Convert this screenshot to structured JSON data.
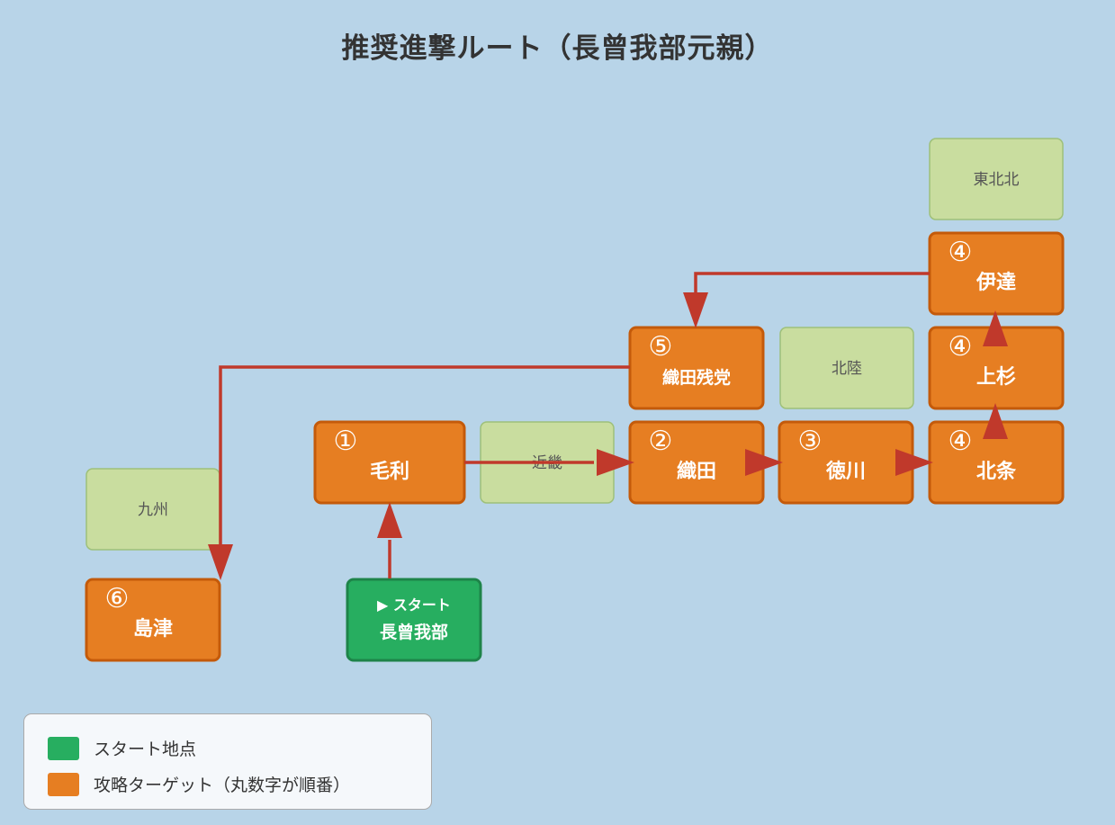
{
  "title": "推奨進撃ルート（長曾我部元親）",
  "colors": {
    "background": "#b8d4e8",
    "region_fill": "#c9dd9f",
    "region_stroke": "#9ec07a",
    "region_text": "#555555",
    "target_fill": "#e67e22",
    "target_stroke": "#c45a0a",
    "start_fill": "#27ae60",
    "start_stroke": "#1e8449",
    "arrow": "#c0392b",
    "node_text": "#ffffff"
  },
  "regions": [
    {
      "id": "tohoku-north",
      "label": "東北北"
    },
    {
      "id": "hokuriku",
      "label": "北陸"
    },
    {
      "id": "kinki",
      "label": "近畿"
    },
    {
      "id": "kyushu",
      "label": "九州"
    }
  ],
  "start": {
    "id": "chosokabe",
    "line1": "▶ スタート",
    "line2": "長曾我部"
  },
  "targets": [
    {
      "id": "mori",
      "order": "①",
      "label": "毛利"
    },
    {
      "id": "oda",
      "order": "②",
      "label": "織田"
    },
    {
      "id": "tokugawa",
      "order": "③",
      "label": "徳川"
    },
    {
      "id": "hojo",
      "order": "④",
      "label": "北条"
    },
    {
      "id": "uesugi",
      "order": "④",
      "label": "上杉"
    },
    {
      "id": "date",
      "order": "④",
      "label": "伊達"
    },
    {
      "id": "oda-remnant",
      "order": "⑤",
      "label": "織田残党"
    },
    {
      "id": "shimazu",
      "order": "⑥",
      "label": "島津"
    }
  ],
  "route": [
    {
      "from": "chosokabe",
      "to": "mori"
    },
    {
      "from": "mori",
      "to": "oda"
    },
    {
      "from": "oda",
      "to": "tokugawa"
    },
    {
      "from": "tokugawa",
      "to": "hojo"
    },
    {
      "from": "hojo",
      "to": "uesugi"
    },
    {
      "from": "uesugi",
      "to": "date"
    },
    {
      "from": "date",
      "to": "oda-remnant"
    },
    {
      "from": "oda-remnant",
      "to": "shimazu"
    }
  ],
  "legend": {
    "items": [
      {
        "label": "スタート地点",
        "color": "#27ae60"
      },
      {
        "label": "攻略ターゲット（丸数字が順番）",
        "color": "#e67e22"
      }
    ]
  }
}
